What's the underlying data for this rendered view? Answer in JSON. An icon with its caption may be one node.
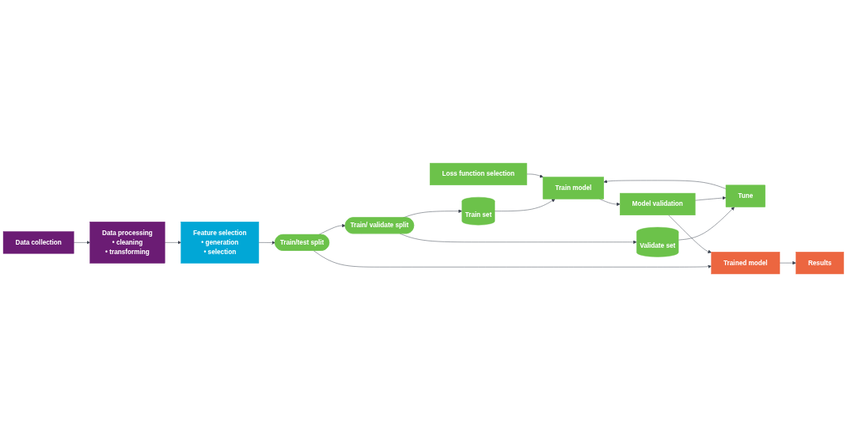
{
  "diagram": {
    "nodes": [
      {
        "text": [
          "Data collection"
        ]
      },
      {
        "text": [
          "Data processing",
          "• cleaning",
          "• transforming"
        ]
      },
      {
        "text": [
          "Feature selection",
          "• generation",
          "• selection"
        ]
      },
      {
        "text": [
          "Train/test split"
        ]
      },
      {
        "text": [
          "Train/ validate split"
        ]
      },
      {
        "text": [
          "Train set"
        ]
      },
      {
        "text": [
          "Validate set"
        ]
      },
      {
        "text": [
          "Loss function selection"
        ]
      },
      {
        "text": [
          "Train model"
        ]
      },
      {
        "text": [
          "Tune"
        ]
      },
      {
        "text": [
          "Model validation"
        ]
      },
      {
        "text": [
          "Trained model"
        ]
      },
      {
        "text": [
          "Results"
        ]
      }
    ],
    "edges": [
      {
        "from": 0,
        "to": 1,
        "arrow": "to"
      },
      {
        "from": 1,
        "to": 2,
        "arrow": "to"
      },
      {
        "from": 2,
        "to": 3,
        "arrow": "to"
      },
      {
        "from": 3,
        "to": 4,
        "arrow": "to"
      },
      {
        "from": 3,
        "to": 11,
        "arrow": "to"
      },
      {
        "from": 4,
        "to": 5,
        "arrow": "to"
      },
      {
        "from": 4,
        "to": 6,
        "arrow": "to"
      },
      {
        "from": 5,
        "to": 8,
        "arrow": "to"
      },
      {
        "from": 6,
        "to": 9,
        "arrow": "to"
      },
      {
        "from": 7,
        "to": 8,
        "arrow": "to"
      },
      {
        "from": 9,
        "to": 8,
        "arrow": "to"
      },
      {
        "from": 8,
        "to": 10,
        "arrow": "to"
      },
      {
        "from": 10,
        "to": 9,
        "arrow": "to"
      },
      {
        "from": 10,
        "to": 11,
        "arrow": "to"
      },
      {
        "from": 11,
        "to": 12,
        "arrow": "to"
      }
    ]
  }
}
